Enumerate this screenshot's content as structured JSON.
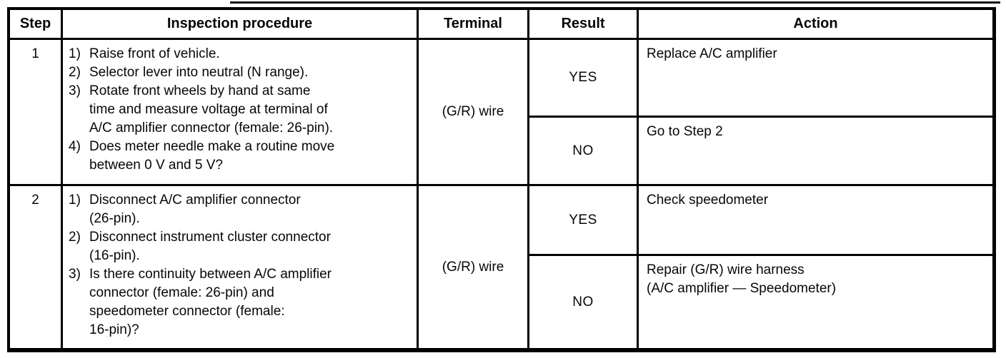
{
  "table": {
    "headers": [
      {
        "label": "Step"
      },
      {
        "label": "Inspection procedure"
      },
      {
        "label": "Terminal"
      },
      {
        "label": "Result"
      },
      {
        "label": "Action"
      }
    ],
    "rows": [
      {
        "step": "1",
        "terminal": "(G/R) wire",
        "procedure": [
          {
            "num": "1)",
            "text": "Raise front of vehicle."
          },
          {
            "num": "2)",
            "text": "Selector lever into neutral (N range)."
          },
          {
            "num": "3)",
            "text": "Rotate front wheels by hand at same\ntime and measure voltage at terminal of\nA/C amplifier connector (female: 26-pin)."
          },
          {
            "num": "4)",
            "text": "Does meter needle make a routine move\nbetween 0 V and 5 V?"
          }
        ],
        "outcomes": [
          {
            "result": "YES",
            "action": "Replace A/C amplifier"
          },
          {
            "result": "NO",
            "action": "Go to Step 2"
          }
        ]
      },
      {
        "step": "2",
        "terminal": "(G/R) wire",
        "procedure": [
          {
            "num": "1)",
            "text": "Disconnect A/C amplifier connector\n(26-pin)."
          },
          {
            "num": "2)",
            "text": "Disconnect instrument cluster connector\n(16-pin)."
          },
          {
            "num": "3)",
            "text": "Is there continuity between A/C amplifier\nconnector (female: 26-pin) and\nspeedometer connector (female:\n16-pin)?"
          }
        ],
        "outcomes": [
          {
            "result": "YES",
            "action": "Check speedometer"
          },
          {
            "result": "NO",
            "action": "Repair (G/R) wire harness\n(A/C amplifier — Speedometer)"
          }
        ]
      }
    ]
  }
}
